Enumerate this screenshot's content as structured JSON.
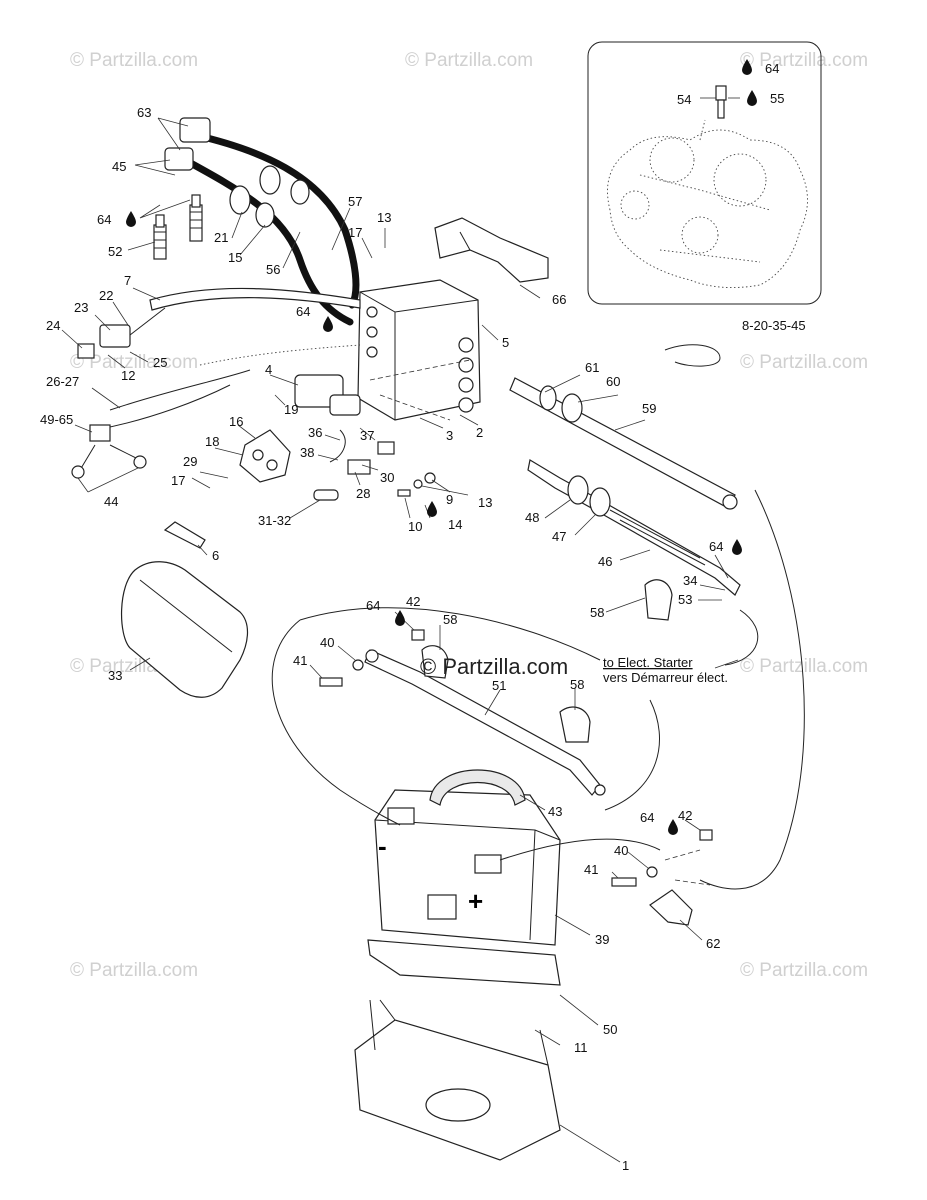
{
  "watermarks": [
    "© Partzilla.com",
    "© Partzilla.com",
    "© Partzilla.com",
    "© Partzilla.com",
    "© Partzilla.com",
    "© Partzilla.com",
    "© Partzilla.com",
    "© Partzilla.com",
    "© Partzilla.com",
    "© Partzilla.com"
  ],
  "center_watermark": "© Partzilla.com",
  "note": {
    "line1": "to Elect. Starter",
    "line2": "vers Démarreur élect."
  },
  "polarity": {
    "negative": "-",
    "positive": "+"
  },
  "callouts": [
    "63",
    "45",
    "64",
    "52",
    "21",
    "15",
    "56",
    "57",
    "13",
    "17",
    "66",
    "7",
    "22",
    "23",
    "24",
    "12",
    "25",
    "64",
    "5",
    "8-20-35-45",
    "26-27",
    "4",
    "19",
    "49-65",
    "16",
    "18",
    "36",
    "37",
    "3",
    "2",
    "61",
    "60",
    "59",
    "38",
    "29",
    "30",
    "17",
    "28",
    "9",
    "13",
    "10",
    "14",
    "31-32",
    "44",
    "48",
    "47",
    "46",
    "64",
    "6",
    "34",
    "53",
    "58",
    "64",
    "42",
    "58",
    "40",
    "41",
    "51",
    "58",
    "33",
    "43",
    "64",
    "42",
    "40",
    "41",
    "39",
    "62",
    "50",
    "11",
    "1",
    "64",
    "54",
    "55"
  ]
}
